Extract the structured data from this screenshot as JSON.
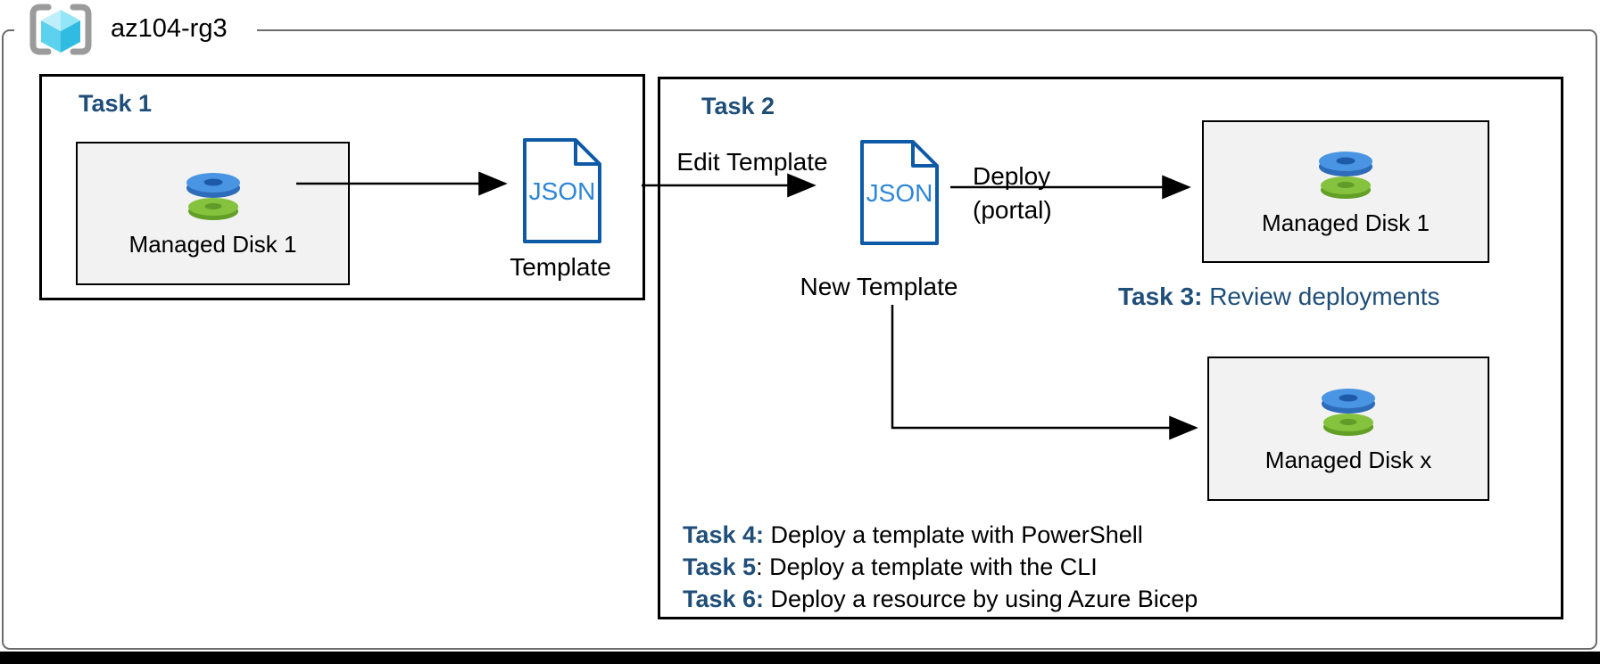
{
  "diagram": {
    "resource_group": "az104-rg3",
    "task1": {
      "title": "Task 1",
      "disk_label": "Managed Disk 1",
      "json_text": "JSON",
      "template_label": "Template"
    },
    "task2": {
      "title": "Task 2",
      "edit_arrow_label": "Edit Template",
      "json_text": "JSON",
      "new_template_label": "New Template",
      "deploy_label": "Deploy",
      "deploy_sublabel": "(portal)",
      "managed_disk_1_label": "Managed Disk 1",
      "managed_disk_x_label": "Managed Disk x",
      "task3_prefix": "Task 3:",
      "task3_text": " Review deployments",
      "task_items": [
        {
          "prefix": "Task 4:",
          "text": " Deploy a template with PowerShell"
        },
        {
          "prefix": "Task 5",
          "text": ": Deploy a template with the CLI"
        },
        {
          "prefix": "Task 6:",
          "text": " Deploy a resource by using Azure Bicep"
        }
      ]
    },
    "colors": {
      "task_heading_navy": "#1f4e79",
      "json_doc_border": "#0e5aa7",
      "json_doc_text": "#2e86d6",
      "disk_blue": "#4a95e3",
      "disk_green": "#85c23d",
      "disk_box_fill": "#f2f2f2",
      "frame_gray": "#6b6b6b",
      "cube_cyan": "#50d0ee",
      "bracket_gray": "#9b9b9b"
    }
  }
}
